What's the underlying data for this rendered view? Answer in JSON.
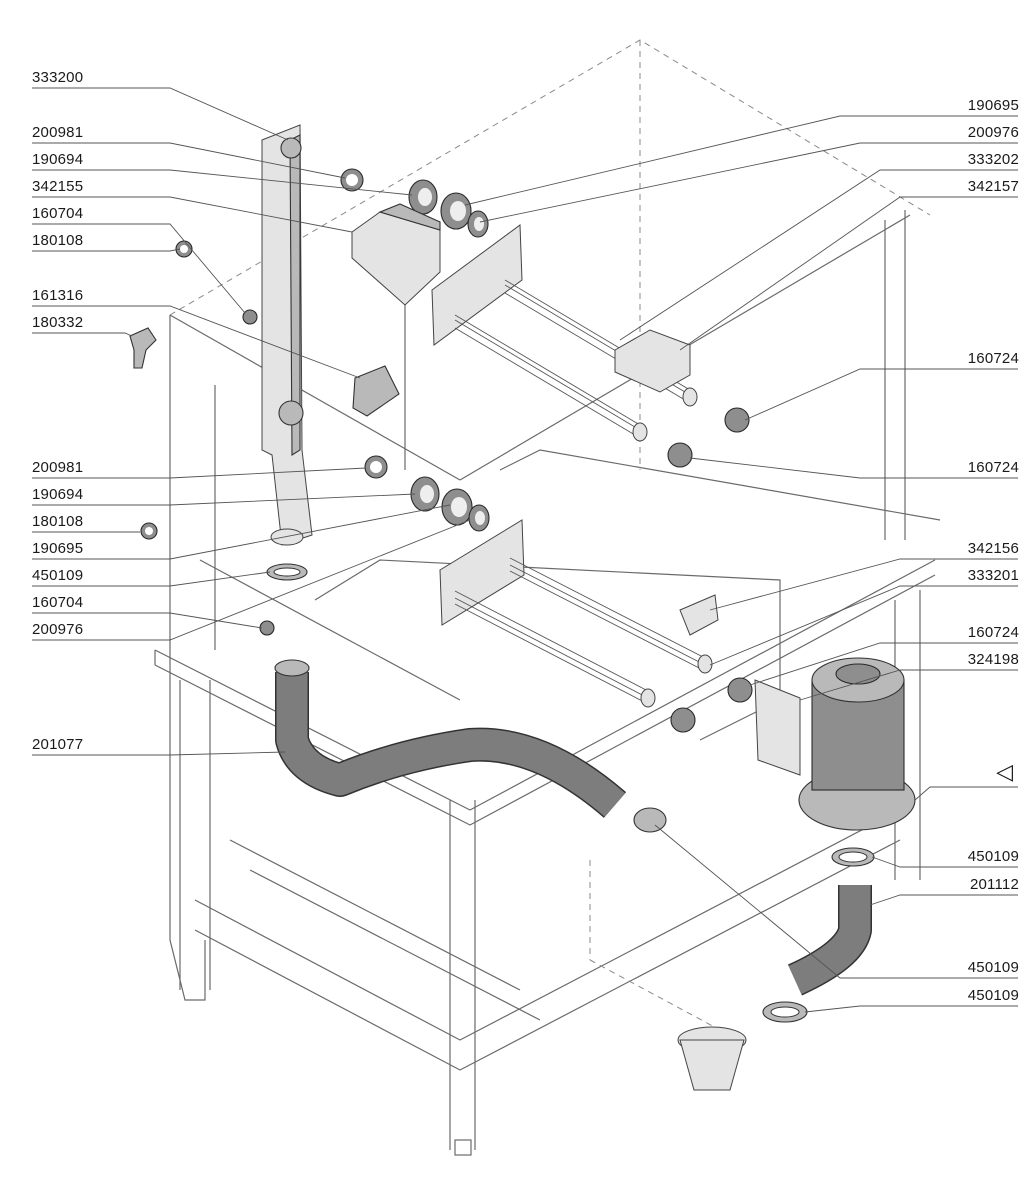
{
  "labels_left": [
    {
      "id": "l1",
      "text": "333200"
    },
    {
      "id": "l2",
      "text": "200981"
    },
    {
      "id": "l3",
      "text": "190694"
    },
    {
      "id": "l4",
      "text": "342155"
    },
    {
      "id": "l5",
      "text": "160704"
    },
    {
      "id": "l6",
      "text": "180108"
    },
    {
      "id": "l7",
      "text": "161316"
    },
    {
      "id": "l8",
      "text": "180332"
    },
    {
      "id": "l9",
      "text": "200981"
    },
    {
      "id": "l10",
      "text": "190694"
    },
    {
      "id": "l11",
      "text": "180108"
    },
    {
      "id": "l12",
      "text": "190695"
    },
    {
      "id": "l13",
      "text": "450109"
    },
    {
      "id": "l14",
      "text": "160704"
    },
    {
      "id": "l15",
      "text": "200976"
    },
    {
      "id": "l16",
      "text": "201077"
    }
  ],
  "labels_right": [
    {
      "id": "r1",
      "text": "190695"
    },
    {
      "id": "r2",
      "text": "200976"
    },
    {
      "id": "r3",
      "text": "333202"
    },
    {
      "id": "r4",
      "text": "342157"
    },
    {
      "id": "r5",
      "text": "160724"
    },
    {
      "id": "r6",
      "text": "160724"
    },
    {
      "id": "r7",
      "text": "342156"
    },
    {
      "id": "r8",
      "text": "333201"
    },
    {
      "id": "r9",
      "text": "160724"
    },
    {
      "id": "r10",
      "text": "324198"
    },
    {
      "id": "r11",
      "text": "450109"
    },
    {
      "id": "r12",
      "text": "201112"
    },
    {
      "id": "r13",
      "text": "450109"
    },
    {
      "id": "r14",
      "text": "450109"
    }
  ],
  "marker": {
    "glyph": "◁",
    "icon": "triangle-marker-icon"
  }
}
